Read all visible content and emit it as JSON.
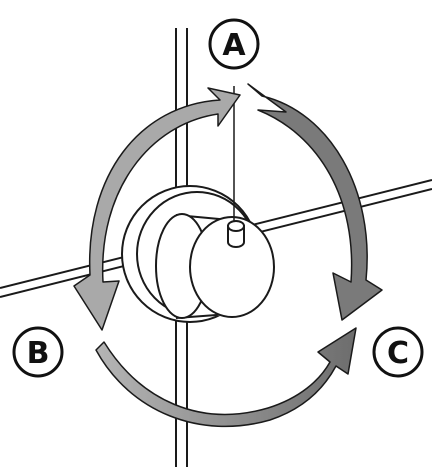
{
  "labels": {
    "a": "A",
    "b": "B",
    "c": "C"
  },
  "colors": {
    "line": "#1a1a1a",
    "arrow_light": "#a9a9a9",
    "arrow_dark": "#7a7a7a",
    "knob_fill": "#ffffff",
    "background": "#ffffff"
  }
}
